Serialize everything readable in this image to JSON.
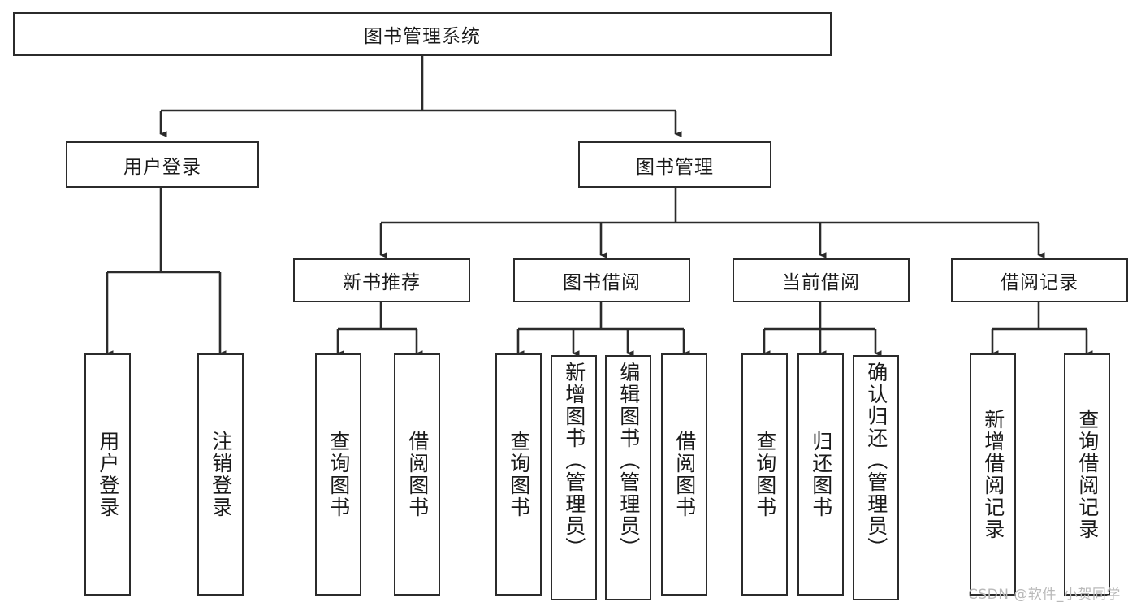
{
  "diagram": {
    "type": "hierarchy-tree",
    "title": "图书管理系统",
    "root": {
      "id": "root",
      "label": "图书管理系统"
    },
    "level1": [
      {
        "id": "user-login",
        "label": "用户登录"
      },
      {
        "id": "book-manage",
        "label": "图书管理"
      }
    ],
    "level2": [
      {
        "id": "new-book-recommend",
        "label": "新书推荐",
        "parent": "book-manage"
      },
      {
        "id": "book-borrow",
        "label": "图书借阅",
        "parent": "book-manage"
      },
      {
        "id": "current-borrow",
        "label": "当前借阅",
        "parent": "book-manage"
      },
      {
        "id": "borrow-record",
        "label": "借阅记录",
        "parent": "book-manage"
      }
    ],
    "leaves": [
      {
        "id": "leaf-user-login",
        "label": "用户登录",
        "parent": "user-login"
      },
      {
        "id": "leaf-logout",
        "label": "注销登录",
        "parent": "user-login"
      },
      {
        "id": "leaf-query-book-1",
        "label": "查询图书",
        "parent": "new-book-recommend"
      },
      {
        "id": "leaf-borrow-book-1",
        "label": "借阅图书",
        "parent": "new-book-recommend"
      },
      {
        "id": "leaf-query-book-2",
        "label": "查询图书",
        "parent": "book-borrow"
      },
      {
        "id": "leaf-add-book",
        "label": "新增图书（管理员）",
        "parent": "book-borrow"
      },
      {
        "id": "leaf-edit-book",
        "label": "编辑图书（管理员）",
        "parent": "book-borrow"
      },
      {
        "id": "leaf-borrow-book-2",
        "label": "借阅图书",
        "parent": "book-borrow"
      },
      {
        "id": "leaf-query-book-3",
        "label": "查询图书",
        "parent": "current-borrow"
      },
      {
        "id": "leaf-return-book",
        "label": "归还图书",
        "parent": "current-borrow"
      },
      {
        "id": "leaf-confirm-return",
        "label": "确认归还（管理员）",
        "parent": "current-borrow"
      },
      {
        "id": "leaf-add-record",
        "label": "新增借阅记录",
        "parent": "borrow-record"
      },
      {
        "id": "leaf-query-record",
        "label": "查询借阅记录",
        "parent": "borrow-record"
      }
    ],
    "watermark": "CSDN @软件_小贺同学",
    "colors": {
      "stroke": "#2b2b2b",
      "fill": "#ffffff",
      "text": "#1a1a1a",
      "watermark": "#b9b9b9"
    }
  }
}
